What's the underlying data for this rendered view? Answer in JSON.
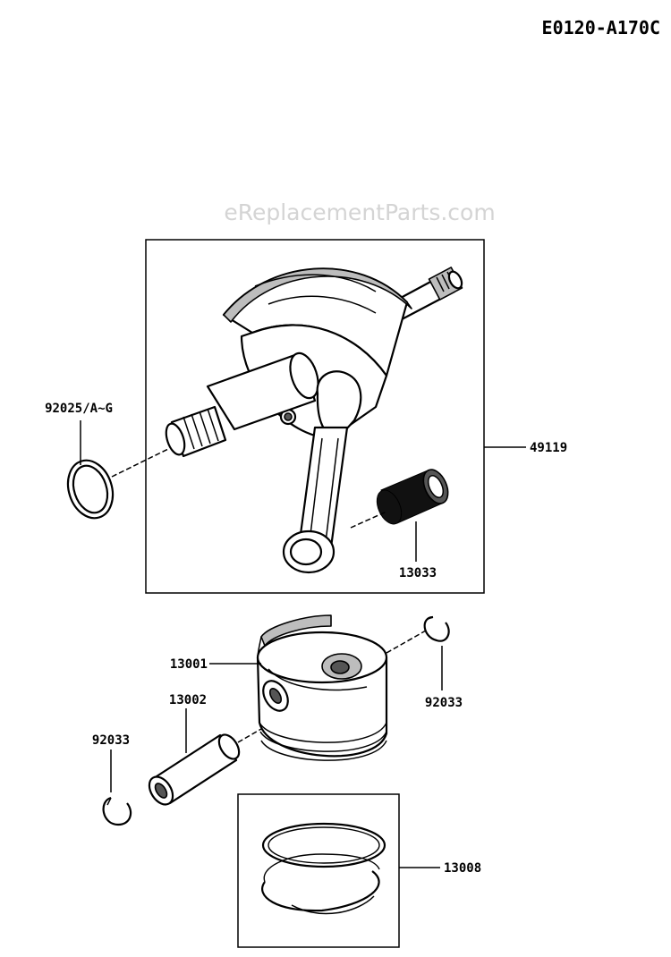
{
  "diagram_code": "E0120-A170C",
  "watermark": "eReplacementParts.com",
  "labels": {
    "washer": "92025/A~G",
    "crankshaft": "49119",
    "bearing": "13033",
    "piston": "13001",
    "pin": "13002",
    "clip_right": "92033",
    "clip_left": "92033",
    "rings": "13008"
  }
}
